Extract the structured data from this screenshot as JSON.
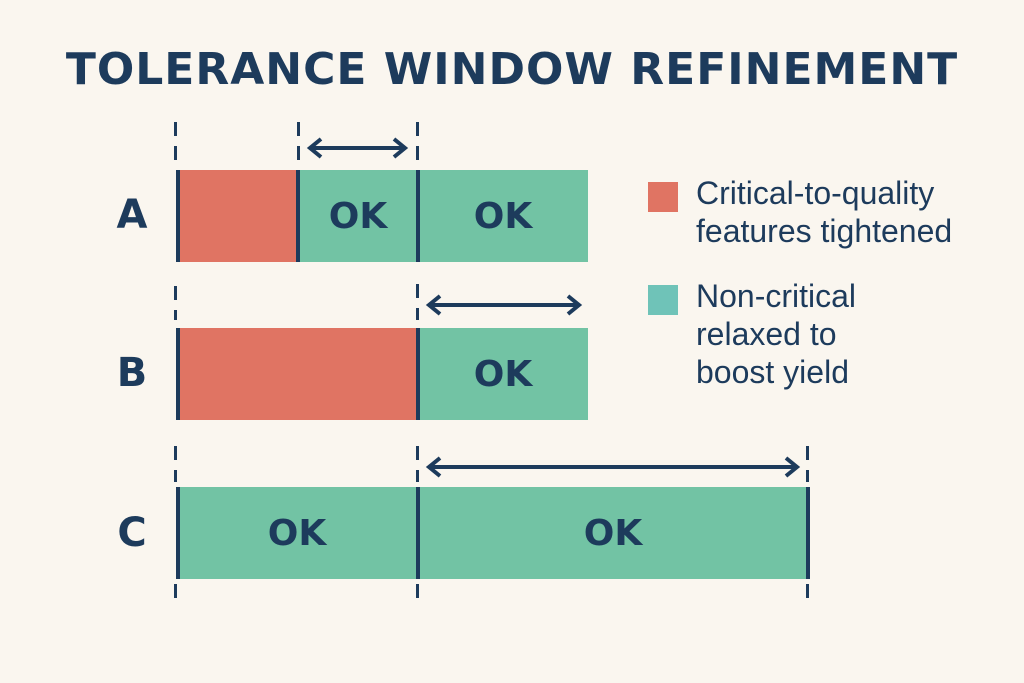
{
  "title": "TOLERANCE WINDOW REFINEMENT",
  "rows": [
    {
      "label": "A",
      "segments": [
        {
          "status": ""
        },
        {
          "status": "OK"
        },
        {
          "status": "OK"
        }
      ]
    },
    {
      "label": "B",
      "segments": [
        {
          "status": ""
        },
        {
          "status": "OK"
        }
      ]
    },
    {
      "label": "C",
      "segments": [
        {
          "status": "OK"
        },
        {
          "status": "OK"
        }
      ]
    }
  ],
  "legend": [
    {
      "color": "#e07463",
      "text": "Critical-to-quality features tightened"
    },
    {
      "color": "#6fc3b8",
      "text": "Non-critical relaxed to boost yield"
    }
  ],
  "colors": {
    "critical": "#e07463",
    "ok": "#72c3a4",
    "ink": "#1d3b5c",
    "background": "#faf6ef"
  }
}
